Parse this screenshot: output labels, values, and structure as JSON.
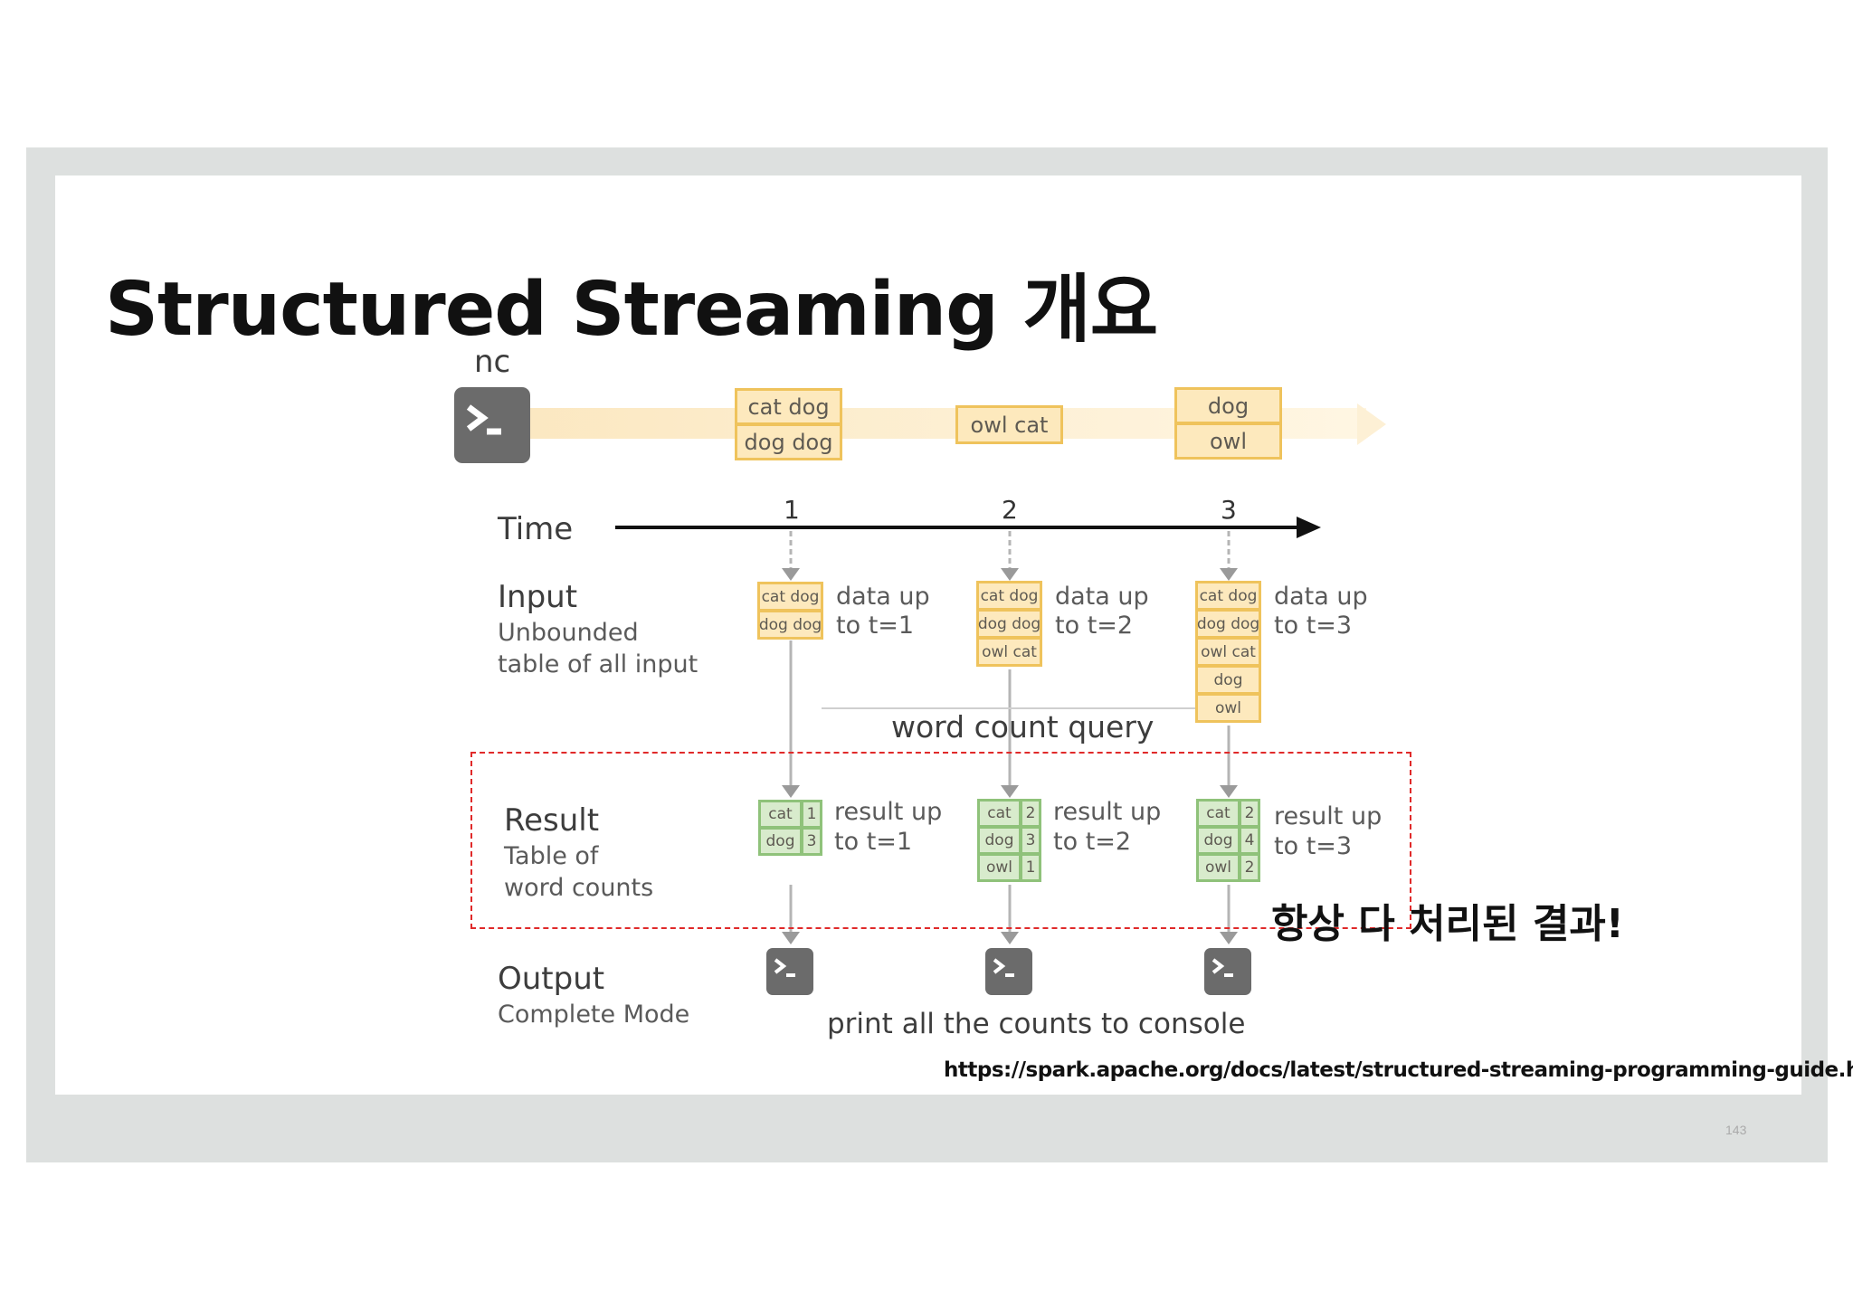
{
  "title": "Structured Streaming 개요",
  "source": {
    "label": "nc",
    "batches": [
      {
        "lines": [
          "cat dog",
          "dog dog"
        ]
      },
      {
        "lines": [
          "owl cat"
        ]
      },
      {
        "lines": [
          "dog",
          "owl"
        ]
      }
    ]
  },
  "time": {
    "label": "Time",
    "ticks": [
      "1",
      "2",
      "3"
    ]
  },
  "input": {
    "title": "Input",
    "subtitle_line1": "Unbounded",
    "subtitle_line2": "table of all input",
    "columns": [
      {
        "rows": [
          "cat dog",
          "dog dog"
        ],
        "caption_line1": "data up",
        "caption_line2": "to t=1"
      },
      {
        "rows": [
          "cat dog",
          "dog dog",
          "owl cat"
        ],
        "caption_line1": "data up",
        "caption_line2": "to t=2"
      },
      {
        "rows": [
          "cat dog",
          "dog dog",
          "owl cat",
          "dog",
          "owl"
        ],
        "caption_line1": "data up",
        "caption_line2": "to t=3"
      }
    ]
  },
  "query_label": "word count query",
  "result": {
    "title": "Result",
    "subtitle_line1": "Table of",
    "subtitle_line2": "word counts",
    "columns": [
      {
        "rows": [
          [
            "cat",
            "1"
          ],
          [
            "dog",
            "3"
          ]
        ],
        "caption_line1": "result up",
        "caption_line2": "to t=1"
      },
      {
        "rows": [
          [
            "cat",
            "2"
          ],
          [
            "dog",
            "3"
          ],
          [
            "owl",
            "1"
          ]
        ],
        "caption_line1": "result up",
        "caption_line2": "to t=2"
      },
      {
        "rows": [
          [
            "cat",
            "2"
          ],
          [
            "dog",
            "4"
          ],
          [
            "owl",
            "2"
          ]
        ],
        "caption_line1": "result up",
        "caption_line2": "to t=3"
      }
    ]
  },
  "output": {
    "title": "Output",
    "subtitle": "Complete Mode",
    "caption": "print all the counts to console"
  },
  "annotation": "항상 다 처리된 결과!",
  "url": "https://spark.apache.org/docs/latest/structured-streaming-programming-guide.html",
  "page_number": "143",
  "colors": {
    "input_fill": "#fde9bd",
    "input_border": "#efc35c",
    "result_fill": "#d8ebcc",
    "result_border": "#8fc27a",
    "highlight_dash": "#e02a2a",
    "terminal": "#6b6b6b"
  },
  "icons": [
    "terminal-icon"
  ]
}
